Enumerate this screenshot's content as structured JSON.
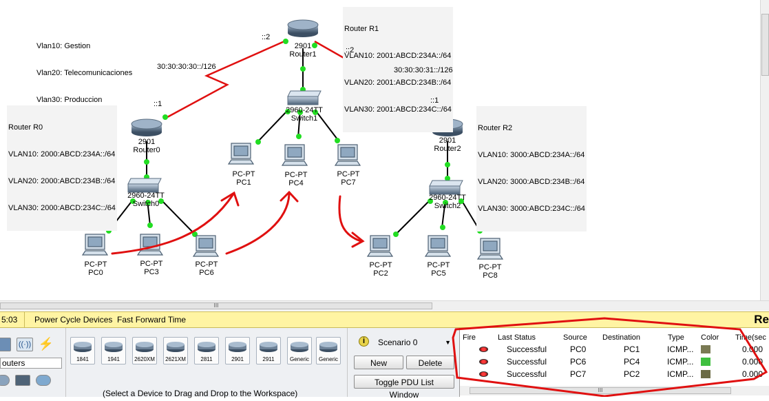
{
  "notes": {
    "vlans": [
      "Vlan10: Gestion",
      "Vlan20: Telecomunicaciones",
      "Vlan30: Produccion"
    ],
    "r1": [
      "Router R1",
      "VLAN10: 2001:ABCD:234A::/64",
      "VLAN20: 2001:ABCD:234B::/64",
      "VLAN30: 2001:ABCD:234C::/64"
    ],
    "r0": [
      "Router R0",
      "VLAN10: 2000:ABCD:234A::/64",
      "VLAN20: 2000:ABCD:234B::/64",
      "VLAN30: 2000:ABCD:234C::/64"
    ],
    "r2": [
      "Router R2",
      "VLAN10: 3000:ABCD:234A::/64",
      "VLAN20: 3000:ABCD:234B::/64",
      "VLAN30: 3000:ABCD:234C::/64"
    ]
  },
  "links": {
    "r0_r1_net": "30:30:30:30::/126",
    "r1_r2_net": "30:30:30:31::/126",
    "r1_left_if": "::2",
    "r1_right_if": "::2",
    "r0_if": "::1",
    "r2_if": "::1"
  },
  "devices": {
    "router1": {
      "model": "2901",
      "name": "Router1"
    },
    "router0": {
      "model": "2901",
      "name": "Router0"
    },
    "router2": {
      "model": "2901",
      "name": "Router2"
    },
    "switch1": {
      "model": "2960-24TT",
      "name": "Switch1"
    },
    "switch0": {
      "model": "2960-24TT",
      "name": "Switch0"
    },
    "switch2": {
      "model": "2960-24TT",
      "name": "Switch2"
    },
    "pc0": {
      "model": "PC-PT",
      "name": "PC0"
    },
    "pc1": {
      "model": "PC-PT",
      "name": "PC1"
    },
    "pc2": {
      "model": "PC-PT",
      "name": "PC2"
    },
    "pc3": {
      "model": "PC-PT",
      "name": "PC3"
    },
    "pc4": {
      "model": "PC-PT",
      "name": "PC4"
    },
    "pc5": {
      "model": "PC-PT",
      "name": "PC5"
    },
    "pc6": {
      "model": "PC-PT",
      "name": "PC6"
    },
    "pc7": {
      "model": "PC-PT",
      "name": "PC7"
    },
    "pc8": {
      "model": "PC-PT",
      "name": "PC8"
    }
  },
  "toolbar": {
    "time": "5:03",
    "power_cycle": "Power Cycle Devices",
    "fast_forward": "Fast Forward Time",
    "realtime": "Re"
  },
  "category": {
    "label": "outers"
  },
  "device_tiles": [
    "1841",
    "1941",
    "2620XM",
    "2621XM",
    "2811",
    "2901",
    "2911",
    "Generic",
    "Generic"
  ],
  "hint": "(Select a Device to Drag and Drop to the Workspace)",
  "scenario": {
    "select_value": "Scenario 0",
    "new_label": "New",
    "delete_label": "Delete",
    "toggle_label": "Toggle PDU List Window"
  },
  "pdu": {
    "headers": {
      "fire": "Fire",
      "status": "Last Status",
      "source": "Source",
      "destination": "Destination",
      "type": "Type",
      "color": "Color",
      "time": "Time(sec"
    },
    "rows": [
      {
        "status": "Successful",
        "source": "PC0",
        "destination": "PC1",
        "type": "ICMP...",
        "color": "#7a7a54",
        "time": "0.000"
      },
      {
        "status": "Successful",
        "source": "PC6",
        "destination": "PC4",
        "type": "ICMP...",
        "color": "#3fbf3f",
        "time": "0.000"
      },
      {
        "status": "Successful",
        "source": "PC7",
        "destination": "PC2",
        "type": "ICMP...",
        "color": "#6b6b45",
        "time": "0.000"
      }
    ]
  },
  "scroll_thumb_glyph": "III"
}
